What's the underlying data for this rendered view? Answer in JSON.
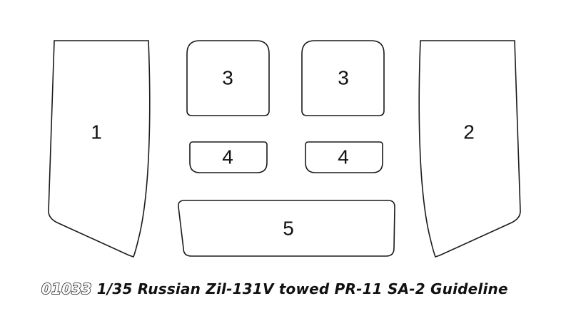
{
  "parts": [
    {
      "id": "part-1",
      "label": "1"
    },
    {
      "id": "part-2",
      "label": "2"
    },
    {
      "id": "part-3-left",
      "label": "3"
    },
    {
      "id": "part-3-right",
      "label": "3"
    },
    {
      "id": "part-4-left",
      "label": "4"
    },
    {
      "id": "part-4-right",
      "label": "4"
    },
    {
      "id": "part-5",
      "label": "5"
    }
  ],
  "caption": {
    "code": "01033",
    "title": "1/35 Russian Zil-131V towed PR-11 SA-2 Guideline"
  },
  "colors": {
    "outline": "#1a1a1a",
    "fill": "#ffffff",
    "text": "#111111"
  }
}
